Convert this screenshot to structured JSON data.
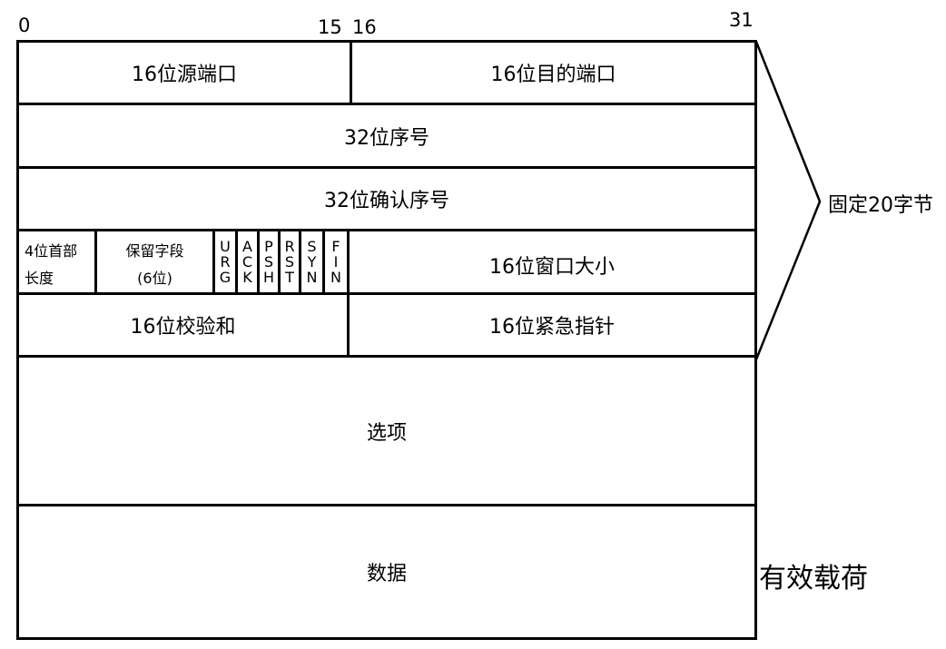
{
  "bit_numbers": {
    "b0": "0",
    "b15": "15",
    "b16": "16",
    "b31": "31"
  },
  "rows": {
    "src_port": "16位源端口",
    "dst_port": "16位目的端口",
    "seq": "32位序号",
    "ack_seq": "32位确认序号",
    "header_len": [
      "4位首部",
      "长度"
    ],
    "reserved": [
      "保留字段",
      "(6位)"
    ],
    "flags": [
      {
        "name": "URG",
        "letters": [
          "U",
          "R",
          "G"
        ]
      },
      {
        "name": "ACK",
        "letters": [
          "A",
          "C",
          "K"
        ]
      },
      {
        "name": "PSH",
        "letters": [
          "P",
          "S",
          "H"
        ]
      },
      {
        "name": "RST",
        "letters": [
          "R",
          "S",
          "T"
        ]
      },
      {
        "name": "SYN",
        "letters": [
          "S",
          "Y",
          "N"
        ]
      },
      {
        "name": "FIN",
        "letters": [
          "F",
          "I",
          "N"
        ]
      }
    ],
    "window": "16位窗口大小",
    "checksum": "16位校验和",
    "urgent": "16位紧急指针",
    "options": "选项",
    "data": "数据"
  },
  "annotations": {
    "fixed_header": "固定20字节",
    "payload": "有效载荷"
  }
}
